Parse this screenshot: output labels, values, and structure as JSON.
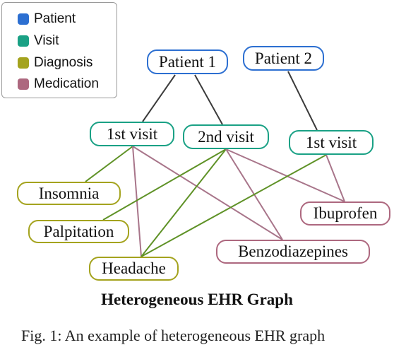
{
  "colors": {
    "patient": "#2c6fd1",
    "visit": "#1aa185",
    "diagnosis": "#a4a31e",
    "medication": "#ad687f",
    "edge_patient_visit": "#3b3b3b",
    "edge_visit_diagnosis": "#5f9227",
    "edge_visit_medication": "#a8758a"
  },
  "legend": [
    {
      "label": "Patient",
      "type": "patient"
    },
    {
      "label": "Visit",
      "type": "visit"
    },
    {
      "label": "Diagnosis",
      "type": "diagnosis"
    },
    {
      "label": "Medication",
      "type": "medication"
    }
  ],
  "nodes": {
    "patient1": {
      "label": "Patient 1",
      "type": "patient"
    },
    "patient2": {
      "label": "Patient 2",
      "type": "patient"
    },
    "visit_p1_1": {
      "label": "1st visit",
      "type": "visit"
    },
    "visit_p1_2": {
      "label": "2nd visit",
      "type": "visit"
    },
    "visit_p2_1": {
      "label": "1st visit",
      "type": "visit"
    },
    "insomnia": {
      "label": "Insomnia",
      "type": "diagnosis"
    },
    "palpitation": {
      "label": "Palpitation",
      "type": "diagnosis"
    },
    "headache": {
      "label": "Headache",
      "type": "diagnosis"
    },
    "ibuprofen": {
      "label": "Ibuprofen",
      "type": "medication"
    },
    "benzodiazepines": {
      "label": "Benzodiazepines",
      "type": "medication"
    }
  },
  "edges": [
    {
      "from": "patient1",
      "to": "visit_p1_1",
      "kind": "patient_visit"
    },
    {
      "from": "patient1",
      "to": "visit_p1_2",
      "kind": "patient_visit"
    },
    {
      "from": "patient2",
      "to": "visit_p2_1",
      "kind": "patient_visit"
    },
    {
      "from": "visit_p1_1",
      "to": "insomnia",
      "kind": "visit_diagnosis"
    },
    {
      "from": "visit_p1_1",
      "to": "headache",
      "kind": "visit_medication"
    },
    {
      "from": "visit_p1_1",
      "to": "benzodiazepines",
      "kind": "visit_medication"
    },
    {
      "from": "visit_p1_2",
      "to": "palpitation",
      "kind": "visit_diagnosis"
    },
    {
      "from": "visit_p1_2",
      "to": "headache",
      "kind": "visit_diagnosis"
    },
    {
      "from": "visit_p1_2",
      "to": "ibuprofen",
      "kind": "visit_medication"
    },
    {
      "from": "visit_p1_2",
      "to": "benzodiazepines",
      "kind": "visit_medication"
    },
    {
      "from": "visit_p2_1",
      "to": "headache",
      "kind": "visit_diagnosis"
    },
    {
      "from": "visit_p2_1",
      "to": "ibuprofen",
      "kind": "visit_medication"
    }
  ],
  "caption": "Heterogeneous EHR Graph",
  "figure_caption_fragment": "Fig. 1: An example of heterogeneous EHR graph"
}
